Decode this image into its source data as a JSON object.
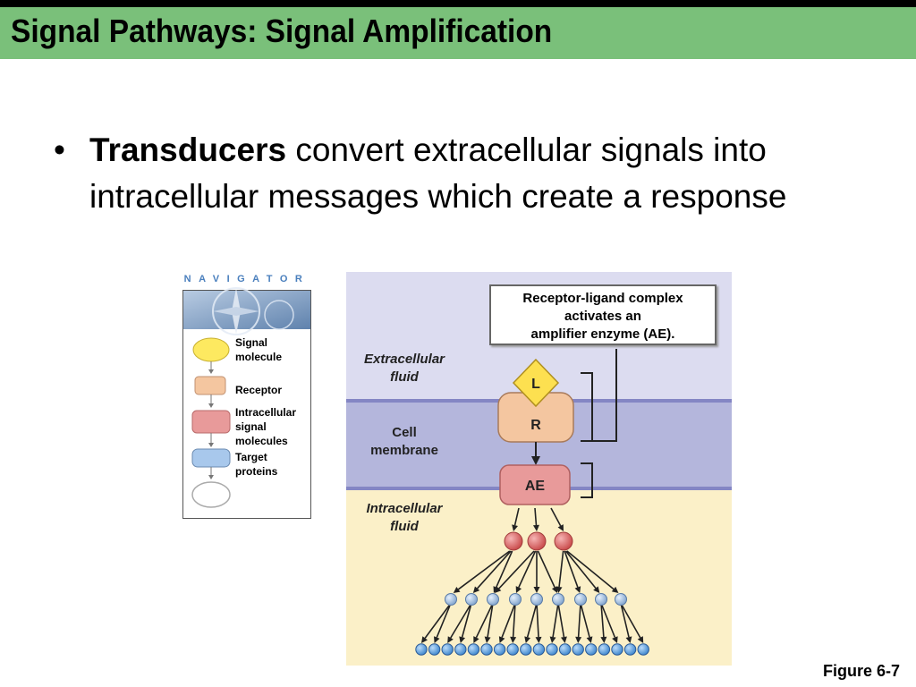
{
  "slide": {
    "title": "Signal Pathways: Signal Amplification",
    "bullet": {
      "bold": "Transducers",
      "rest": "convert extracellular signals into intracellular messages which create a response"
    },
    "figure_label": "Figure 6-7"
  },
  "navigator": {
    "title": "NAVIGATOR",
    "items": [
      {
        "label_lines": [
          "Signal",
          "molecule"
        ],
        "color": "#fde960"
      },
      {
        "label_lines": [
          "Receptor"
        ],
        "color": "#f4c6a0"
      },
      {
        "label_lines": [
          "Intracellular",
          "signal",
          "molecules"
        ],
        "color": "#e89a9a"
      },
      {
        "label_lines": [
          "Target",
          "proteins"
        ],
        "color": "#a8c8ec"
      }
    ]
  },
  "diagram": {
    "callout_lines": [
      "Receptor-ligand complex",
      "activates an",
      "amplifier enzyme (AE)."
    ],
    "regions": {
      "extracellular": [
        "Extracellular",
        "fluid"
      ],
      "membrane": [
        "Cell",
        "membrane"
      ],
      "intracellular": [
        "Intracellular",
        "fluid"
      ]
    },
    "ligand": "L",
    "receptor": "R",
    "enzyme": "AE",
    "colors": {
      "extracellular": "#dcdcf0",
      "membrane": "#b4b6dc",
      "membrane_line": "#8486c4",
      "intracellular": "#fbf0c8",
      "ligand": "#fde050",
      "receptor": "#f4c6a0",
      "enzyme": "#e89a9a",
      "level1": "#d85a5a",
      "level2": "#a8c4ea",
      "level3": "#5aa0e0"
    }
  }
}
